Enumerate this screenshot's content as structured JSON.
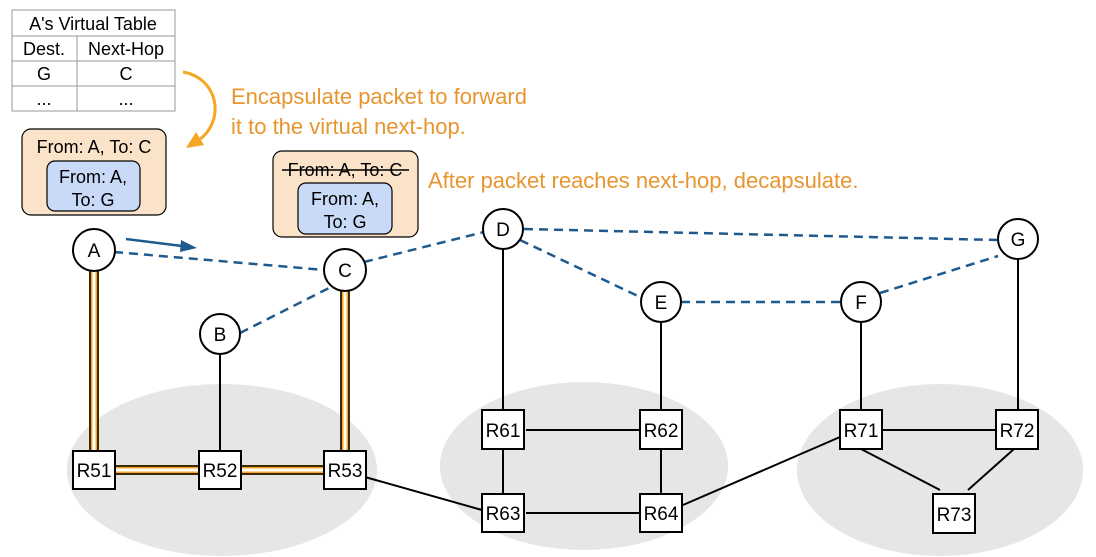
{
  "virtual_table": {
    "title": "A's Virtual Table",
    "headers": [
      "Dest.",
      "Next-Hop"
    ],
    "rows": [
      [
        "G",
        "C"
      ],
      [
        "...",
        "..."
      ]
    ]
  },
  "packet_at_a": {
    "outer": "From: A, To: C",
    "inner_line1": "From: A,",
    "inner_line2": "To: G"
  },
  "packet_at_c": {
    "outer": "From: A, To: C",
    "inner_line1": "From: A,",
    "inner_line2": "To: G"
  },
  "notes": {
    "encapsulate_line1": "Encapsulate packet to forward",
    "encapsulate_line2": "it to the virtual next-hop.",
    "decapsulate": "After packet reaches next-hop, decapsulate."
  },
  "virtual_nodes": [
    "A",
    "B",
    "C",
    "D",
    "E",
    "F",
    "G"
  ],
  "routers": [
    "R51",
    "R52",
    "R53",
    "R61",
    "R62",
    "R63",
    "R64",
    "R71",
    "R72",
    "R73"
  ],
  "colors": {
    "highlight": "#F5A623",
    "virtual_link": "#1F5A8E",
    "cluster": "#E6E6E6",
    "packet_outer": "#FBE3C9",
    "packet_inner": "#C9DAF8",
    "note": "#E8952E"
  }
}
